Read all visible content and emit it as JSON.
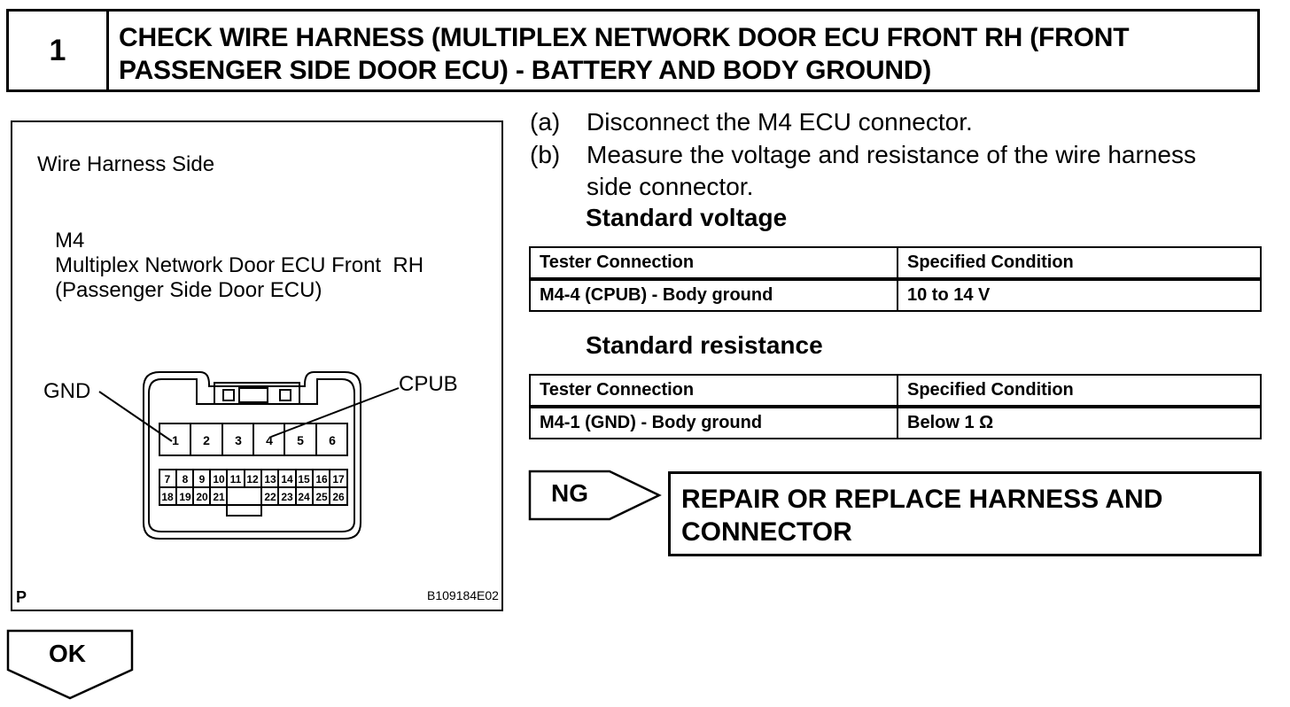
{
  "header": {
    "step_number": "1",
    "title": "CHECK WIRE HARNESS (MULTIPLEX NETWORK DOOR ECU FRONT RH (FRONT PASSENGER SIDE DOOR ECU) - BATTERY AND BODY GROUND)"
  },
  "figure": {
    "side_label": "Wire Harness Side",
    "connector_id": "M4",
    "connector_name_line1": "Multiplex Network Door ECU Front  RH",
    "connector_name_line2": "(Passenger Side Door ECU)",
    "gnd_label": "GND",
    "cpub_label": "CPUB",
    "pins_top": [
      "1",
      "2",
      "3",
      "4",
      "5",
      "6"
    ],
    "pins_row2": [
      "7",
      "8",
      "9",
      "10",
      "11",
      "12",
      "13",
      "14",
      "15",
      "16",
      "17"
    ],
    "pins_row3_left": [
      "18",
      "19",
      "20",
      "21"
    ],
    "pins_row3_right": [
      "22",
      "23",
      "24",
      "25",
      "26"
    ],
    "corner_mark": "P",
    "figure_code": "B109184E02"
  },
  "steps": [
    {
      "letter": "(a)",
      "text": "Disconnect the M4 ECU connector."
    },
    {
      "letter": "(b)",
      "text_line1": "Measure the voltage and resistance of the wire harness",
      "text_line2": "side connector."
    }
  ],
  "voltage": {
    "heading": "Standard voltage",
    "headers": [
      "Tester Connection",
      "Specified Condition"
    ],
    "row": [
      "M4-4 (CPUB) - Body ground",
      "10 to 14 V"
    ]
  },
  "resistance": {
    "heading": "Standard resistance",
    "headers": [
      "Tester Connection",
      "Specified Condition"
    ],
    "row": [
      "M4-1 (GND) - Body ground",
      "Below 1 Ω"
    ]
  },
  "ng": {
    "label": "NG",
    "action_line1": "REPAIR OR REPLACE HARNESS AND",
    "action_line2": "CONNECTOR"
  },
  "ok": {
    "label": "OK"
  }
}
